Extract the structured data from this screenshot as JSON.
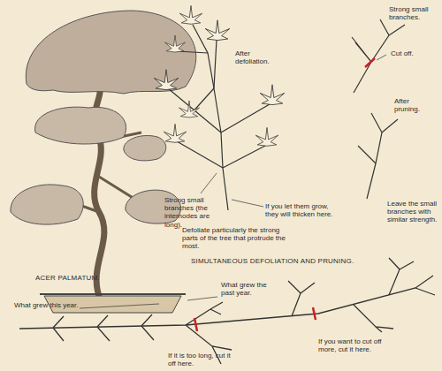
{
  "diagram": {
    "labels": [
      "ACER PALMATUM.",
      "Defoliate particularly the strong parts of the tree that protrude the most.",
      "After defoliation.",
      "Strong small branches (the internodes are long).",
      "If you let them grow, they will thicken here.",
      "SIMULTANEOUS DEFOLIATION AND PRUNING.",
      "Strong small branches.",
      "Cut off.",
      "After pruning.",
      "Leave the small branches with similar strength.",
      "What grew the past year.",
      "What grew this year.",
      "If it is too long, cut it off here.",
      "If you want to cut off more, cut it here."
    ]
  }
}
